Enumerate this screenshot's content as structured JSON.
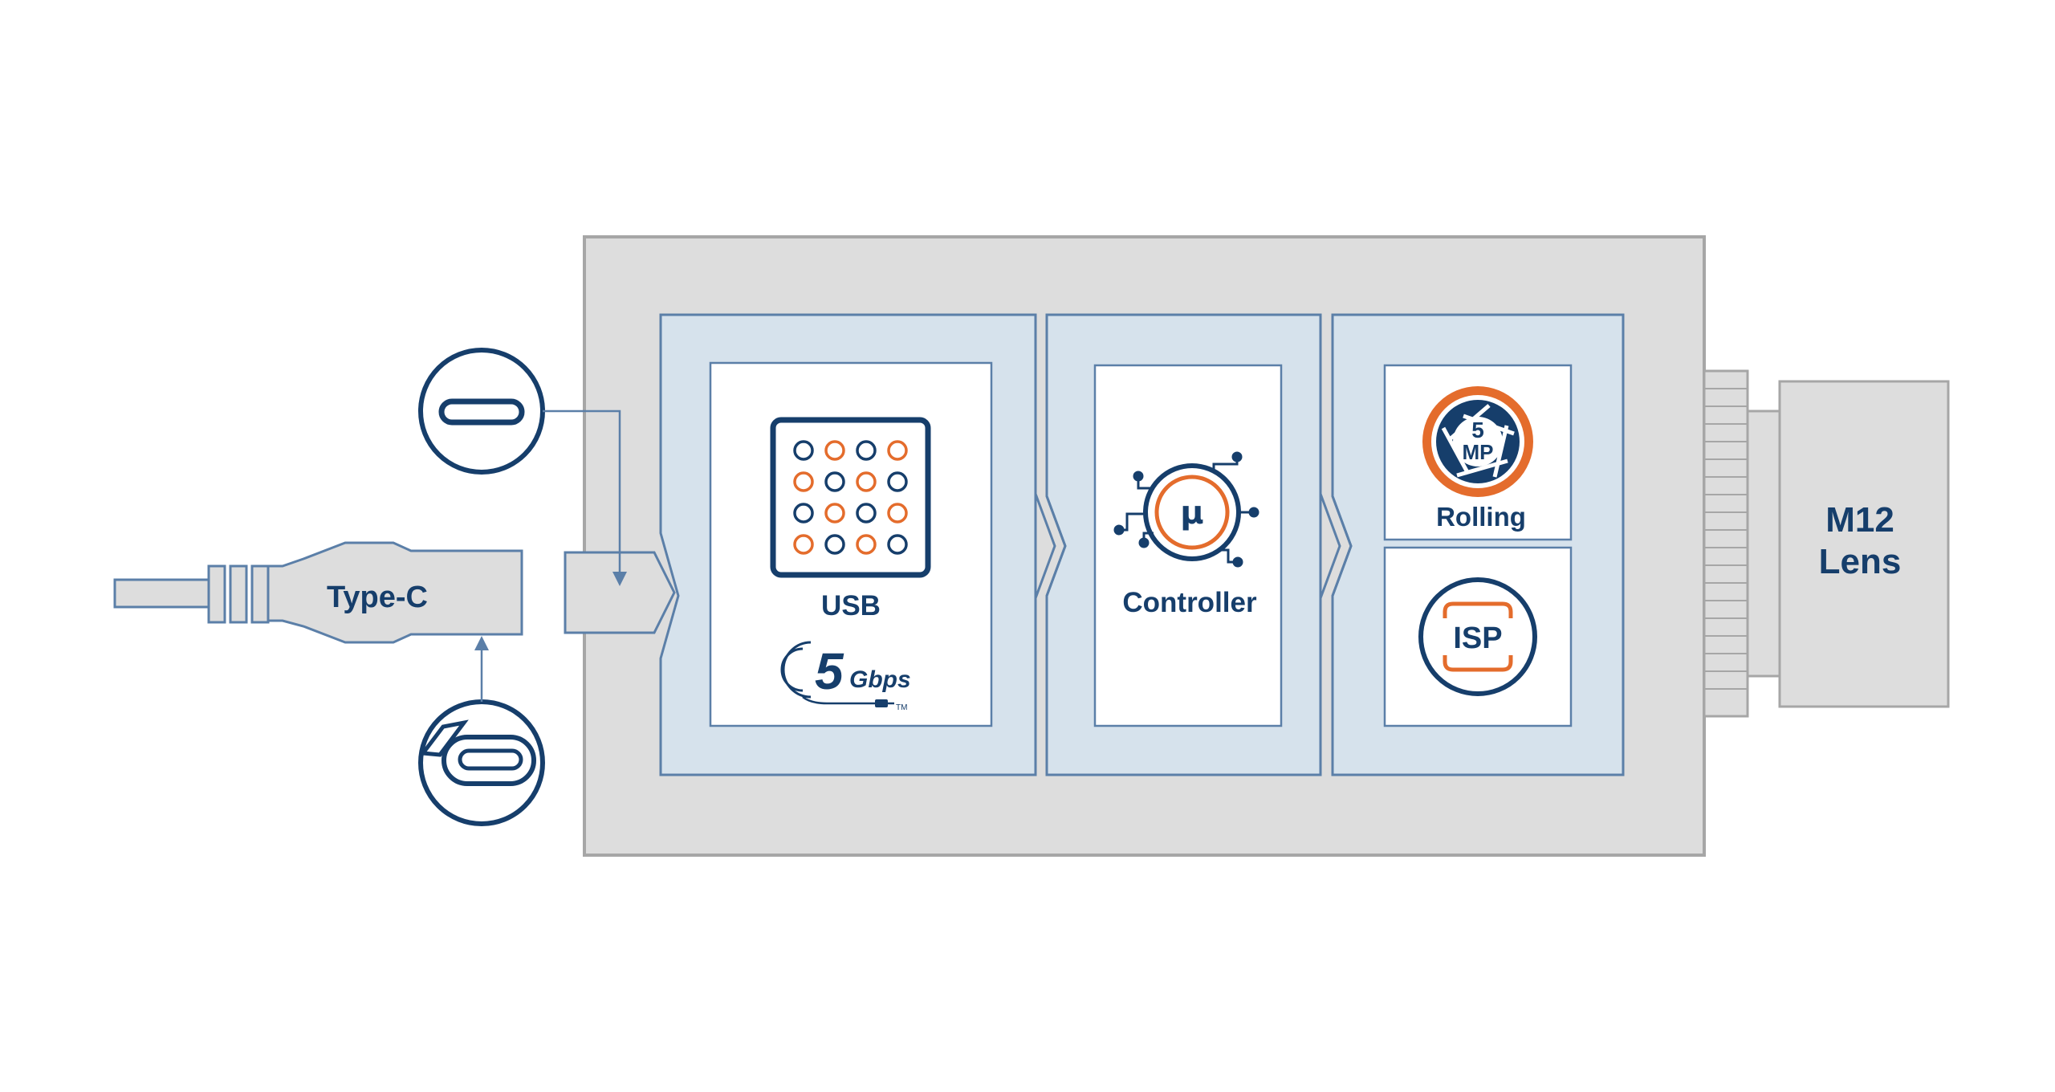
{
  "cable": {
    "connector_label": "Type-C"
  },
  "usb_block": {
    "title": "USB",
    "speed_number": "5",
    "speed_unit": "Gbps",
    "trademark": "TM"
  },
  "controller_block": {
    "symbol": "μ",
    "title": "Controller"
  },
  "sensor_block": {
    "resolution_number": "5",
    "resolution_unit": "MP",
    "shutter_label": "Rolling",
    "isp_label": "ISP"
  },
  "lens": {
    "line1": "M12",
    "line2": "Lens"
  },
  "colors": {
    "navy": "#163e6b",
    "orange": "#e46c2c",
    "steel_blue": "#5b7fa8",
    "panel_blue": "#d6e2ec",
    "housing_gray": "#dddddd",
    "housing_border": "#a6a6a6"
  },
  "icons": [
    "usb-c-port-icon",
    "usb-c-plug-icon",
    "sensor-grid-icon",
    "microcontroller-icon",
    "aperture-icon",
    "isp-icon"
  ]
}
